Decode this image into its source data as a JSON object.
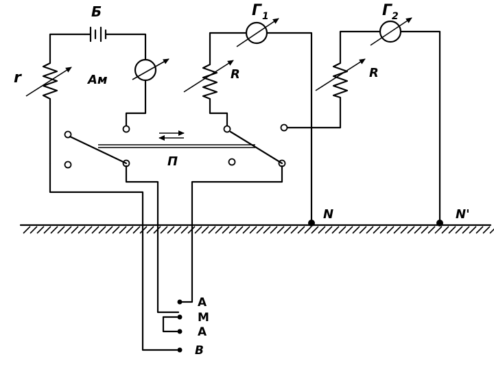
{
  "labels": {
    "battery": "Б",
    "rheostat_r": "r",
    "ammeter": "Ам",
    "galvanometer_1": "Г",
    "galvanometer_1_sub": "1",
    "galvanometer_2": "Г",
    "galvanometer_2_sub": "2",
    "resistor_R1": "R",
    "resistor_R2": "R",
    "switch": "П",
    "ground_N": "N",
    "ground_N_prime": "N'",
    "electrode_A_top": "A",
    "electrode_M": "M",
    "electrode_A_bottom": "A",
    "electrode_B": "B"
  }
}
